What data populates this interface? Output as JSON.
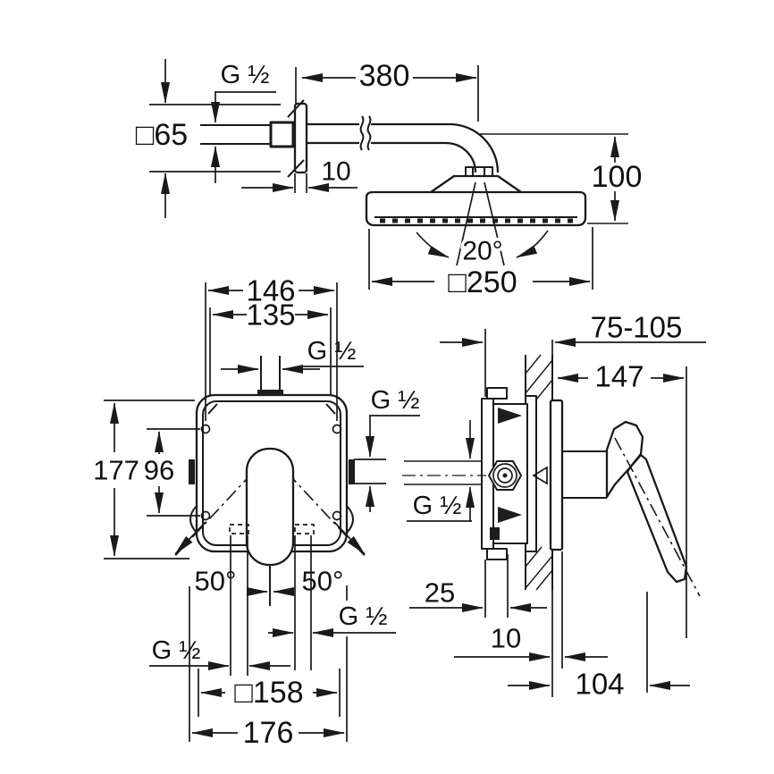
{
  "drawing": {
    "background": "#ffffff",
    "line_color": "#1a1a1a",
    "top_view": {
      "escutcheon_size": "□65",
      "thread_label": "G ½",
      "arm_length": "380",
      "flange_depth": "10",
      "head_height": "100",
      "spray_angle": "20°",
      "head_size": "□250"
    },
    "front_view": {
      "hole_spacing_h": "146",
      "box_width": "135",
      "top_outlet_thread": "G ½",
      "right_outlet_thread": "G ½",
      "overall_height": "177",
      "hole_spacing_v": "96",
      "swing_left": "50°",
      "swing_right": "50°",
      "bottom_right_thread": "G ½",
      "bottom_left_thread": "G ½",
      "plate_size": "□158",
      "overall_width": "176"
    },
    "side_view": {
      "install_depth_range": "75-105",
      "handle_projection": "147",
      "inlet_thread": "G ½",
      "min_depth": "25",
      "plate_gap": "10",
      "handle_depth": "104"
    }
  }
}
